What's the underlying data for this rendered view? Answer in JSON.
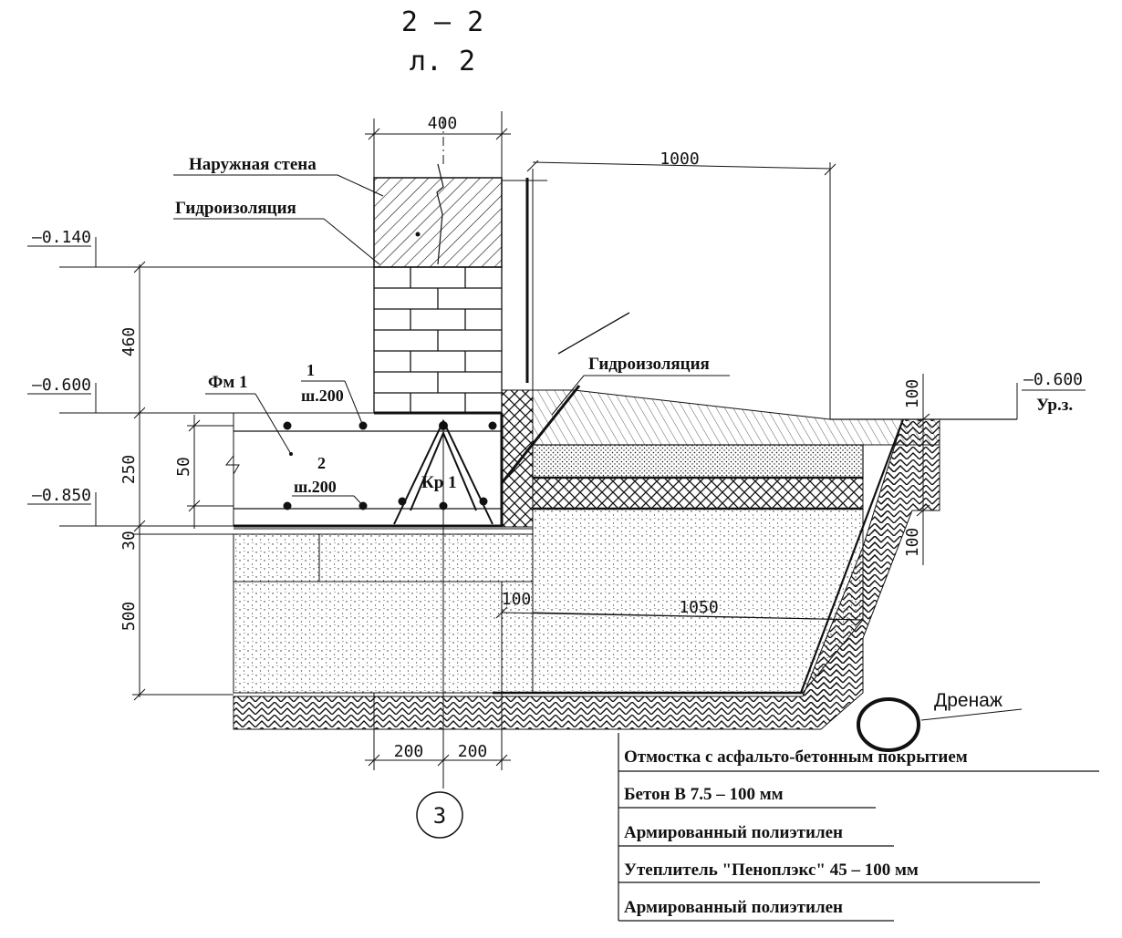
{
  "section": {
    "title": "2 – 2",
    "sheet": "л. 2"
  },
  "labels": {
    "outer_wall": "Наружная стена",
    "waterproofing_top": "Гидроизоляция",
    "waterproofing_right": "Гидроизоляция",
    "mesh": "Фм 1",
    "bar1_num": "1",
    "bar1_step": "ш.200",
    "bar2_num": "2",
    "bar2_step": "ш.200",
    "frame": "Кр 1",
    "ground_level": "Ур.з.",
    "drainage": "Дренаж",
    "axis": "3"
  },
  "elevations": {
    "e1": "–0.140",
    "e2": "–0.600",
    "e3": "–0.850",
    "e_right": "–0.600"
  },
  "dimensions": {
    "wall_width": "400",
    "blind_width": "1000",
    "d460": "460",
    "d250": "250",
    "d50": "50",
    "d30": "30",
    "d500": "500",
    "d100a": "100",
    "d100b": "100",
    "d100c": "100",
    "d1050": "1050",
    "d200a": "200",
    "d200b": "200"
  },
  "legend": [
    "Отмостка с асфальто-бетонным покрытием",
    "Бетон В 7.5 – 100 мм",
    "Армированный полиэтилен",
    "Утеплитель \"Пеноплэкс\" 45 – 100 мм",
    "Армированный полиэтилен"
  ]
}
